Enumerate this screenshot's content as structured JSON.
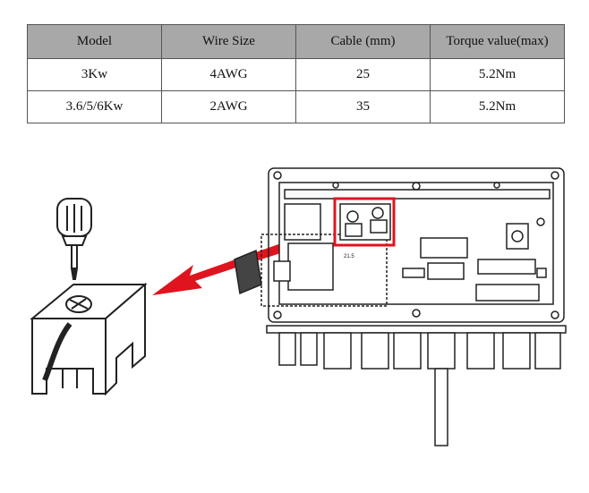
{
  "table": {
    "headers": [
      "Model",
      "Wire Size",
      "Cable (mm)",
      "Torque value(max)"
    ],
    "rows": [
      [
        "3Kw",
        "4AWG",
        "25",
        "5.2Nm"
      ],
      [
        "3.6/5/6Kw",
        "2AWG",
        "35",
        "5.2Nm"
      ]
    ]
  },
  "illustration": {
    "dimension_label": "21.5",
    "icons": [
      "screwdriver-icon",
      "terminal-block-icon",
      "inverter-diagram"
    ],
    "colors": {
      "highlight": "#e0141e",
      "arrow": "#e0141e",
      "line": "#222222"
    }
  }
}
